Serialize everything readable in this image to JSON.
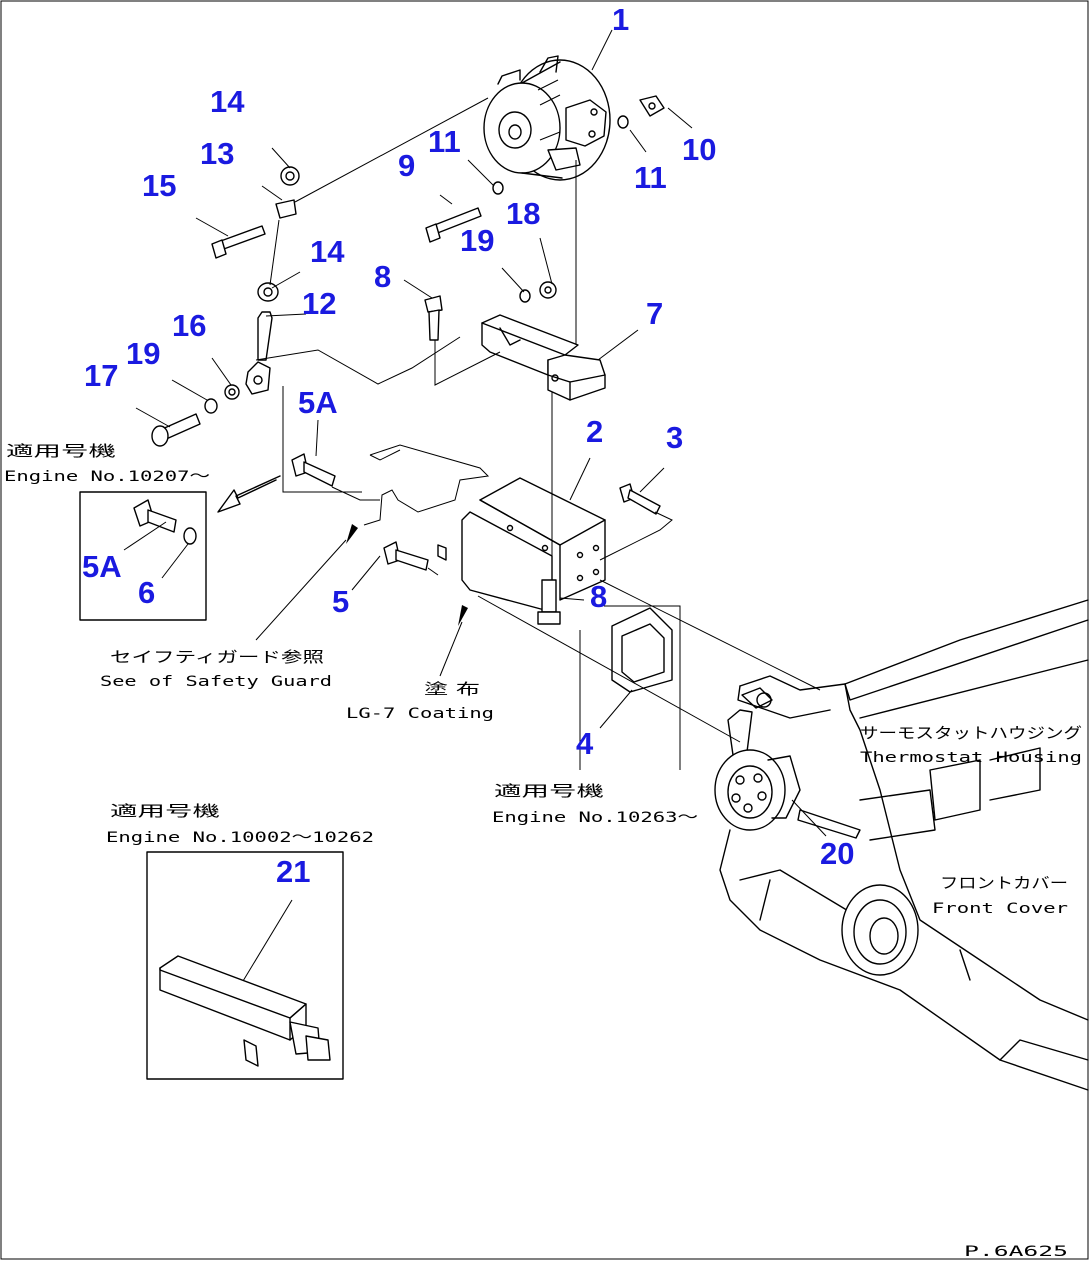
{
  "part_numbers": [
    "1",
    "2",
    "3",
    "4",
    "5",
    "5A",
    "5A",
    "6",
    "7",
    "8",
    "8",
    "9",
    "10",
    "11",
    "11",
    "12",
    "13",
    "14",
    "14",
    "15",
    "16",
    "17",
    "18",
    "19",
    "19",
    "20",
    "21"
  ],
  "labels": {
    "applicable_jp": "適用号機",
    "engine_10207": "Engine No.10207〜",
    "safety_guard_jp": "セイフティガード参照",
    "safety_guard_en": "See of Safety Guard",
    "coating_jp": "塗 布",
    "coating_en": "LG-7 Coating",
    "engine_10263": "Engine No.10263〜",
    "engine_10002": "Engine No.10002〜10262",
    "thermostat_jp": "サーモスタットハウジング",
    "thermostat_en": "Thermostat Housing",
    "front_cover_jp": "フロントカバー",
    "front_cover_en": "Front Cover",
    "figure_code": "P.6A625"
  },
  "colors": {
    "callout": "#1a1ae0",
    "line": "#000000"
  }
}
